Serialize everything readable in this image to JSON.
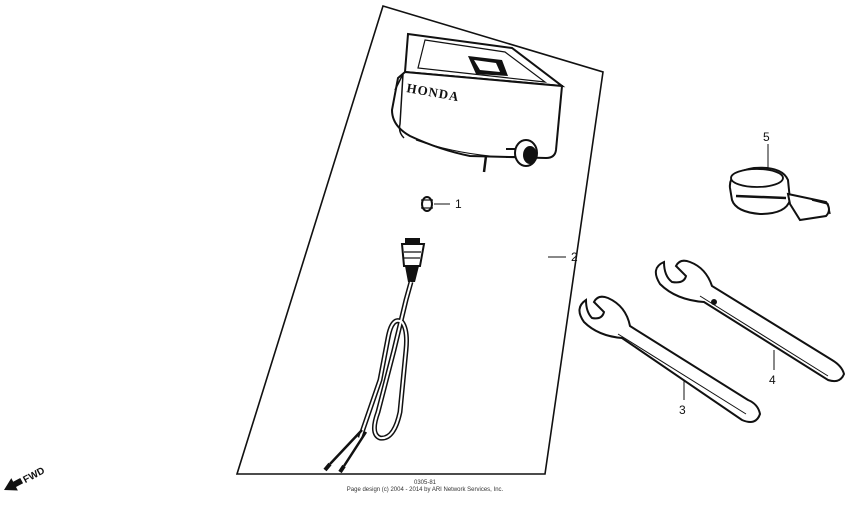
{
  "diagram": {
    "brand_label": "HONDA",
    "fwd_label": "FWD",
    "callouts": [
      "1",
      "2",
      "3",
      "4",
      "5"
    ]
  },
  "footer": {
    "part_code": "0305-81",
    "copyright": "Page design (c) 2004 - 2014 by ARI Network Services, Inc."
  }
}
